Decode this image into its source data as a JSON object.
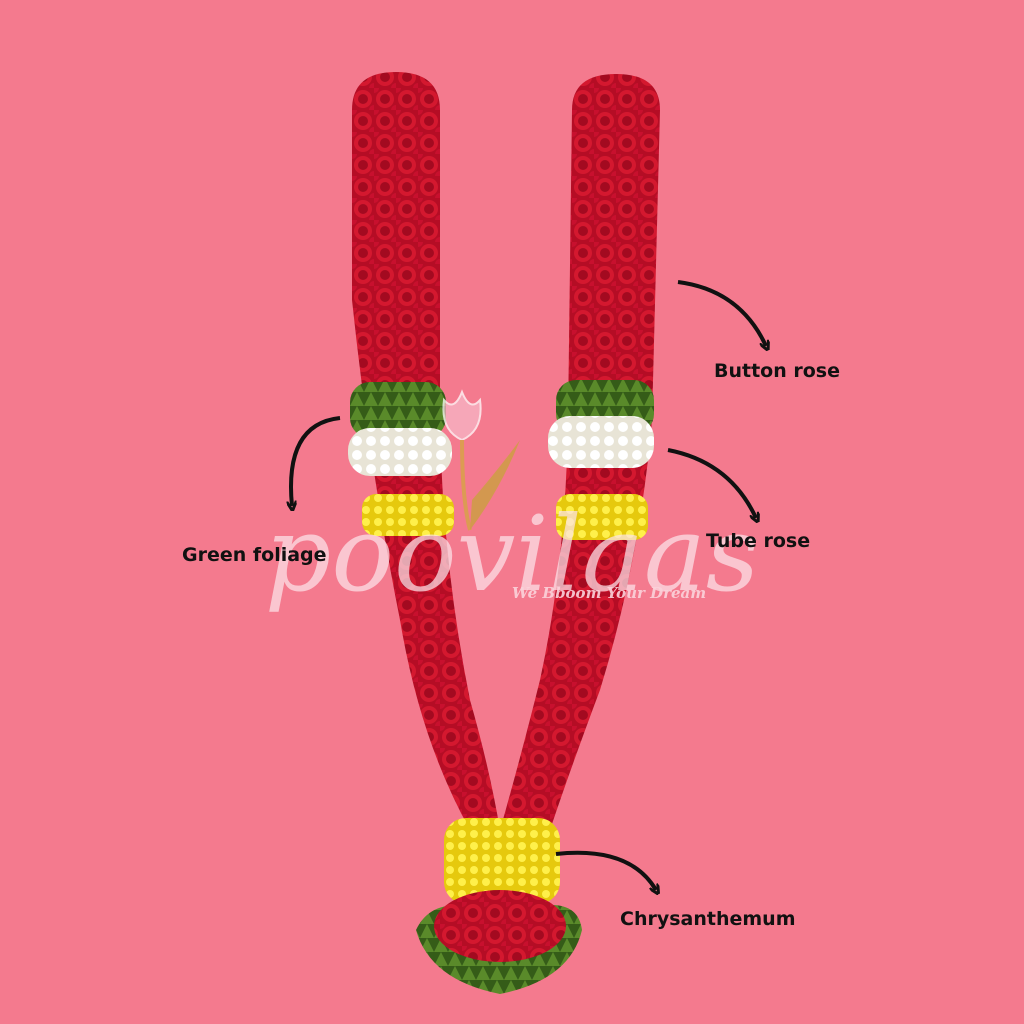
{
  "labels": {
    "button_rose": "Button rose",
    "tube_rose": "Tube rose",
    "green_foliage": "Green foliage",
    "chrysanthemum": "Chrysanthemum"
  },
  "watermark": {
    "brand": "poovilaas",
    "tagline": "We Bboom Your Dream"
  },
  "colors": {
    "background": "#f47a8e",
    "rose_red": "#c8102e",
    "foliage_green": "#3f6b1e",
    "tuberose_white": "#f5f3ea",
    "chrysanthemum_yellow": "#f4e21a",
    "arrow": "#111111"
  }
}
